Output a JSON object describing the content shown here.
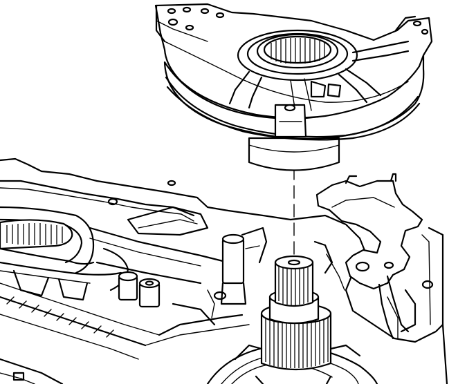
{
  "diagram": {
    "kind": "exploded-assembly-line-drawing",
    "ink_color": "#000000",
    "background_color": "#ffffff",
    "parts": [
      {
        "id": "upper-pump-housing",
        "role": "removed component shown above"
      },
      {
        "id": "alignment-centerline",
        "role": "dashed installation axis"
      },
      {
        "id": "output-shaft-splined-hub",
        "role": "mating splined shaft"
      },
      {
        "id": "transmission-case",
        "role": "lower assembly"
      },
      {
        "id": "bracket-plate",
        "role": "right-side bracket"
      }
    ],
    "labels": []
  }
}
